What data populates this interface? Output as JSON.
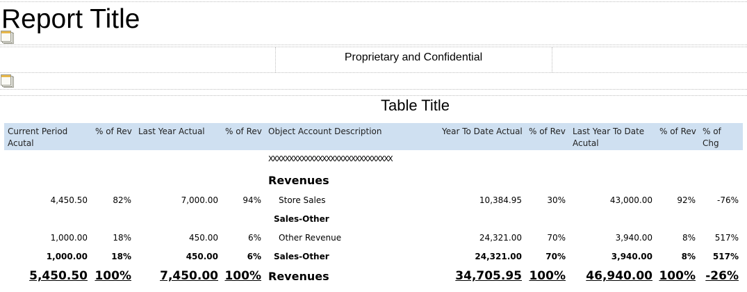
{
  "report_title": "Report Title",
  "confidential": "Proprietary and Confidential",
  "table_title": "Table Title",
  "headers": {
    "current_period": "Current Period Acutal",
    "pct_rev_1": "% of Rev",
    "last_year": "Last Year Actual",
    "pct_rev_2": "% of Rev",
    "description": "Object Account Description",
    "ytd_actual": "Year To Date Actual",
    "pct_rev_3": "% of Rev",
    "last_ytd": "Last Year To Date Acutal",
    "pct_rev_4": "% of Rev",
    "pct_chg": "% of Chg"
  },
  "placeholder_text": "XXXXXXXXXXXXXXXXXXXXXXXXXXXXXX",
  "section_label": "Revenues",
  "rows": [
    {
      "cp": "4,450.50",
      "p1": "82%",
      "ly": "7,000.00",
      "p2": "94%",
      "desc": "Store Sales",
      "ytd": "10,384.95",
      "p3": "30%",
      "lytd": "43,000.00",
      "p4": "92%",
      "chg": "-76%"
    },
    {
      "desc": "Sales-Other"
    },
    {
      "cp": "1,000.00",
      "p1": "18%",
      "ly": "450.00",
      "p2": "6%",
      "desc": "Other Revenue",
      "ytd": "24,321.00",
      "p3": "70%",
      "lytd": "3,940.00",
      "p4": "8%",
      "chg": "517%"
    },
    {
      "cp": "1,000.00",
      "p1": "18%",
      "ly": "450.00",
      "p2": "6%",
      "desc": "Sales-Other",
      "ytd": "24,321.00",
      "p3": "70%",
      "lytd": "3,940.00",
      "p4": "8%",
      "chg": "517%"
    },
    {
      "cp": "5,450.50",
      "p1": "100%",
      "ly": "7,450.00",
      "p2": "100%",
      "desc": "Revenues",
      "ytd": "34,705.95",
      "p3": "100%",
      "lytd": "46,940.00",
      "p4": "100%",
      "chg": "-26%"
    }
  ]
}
